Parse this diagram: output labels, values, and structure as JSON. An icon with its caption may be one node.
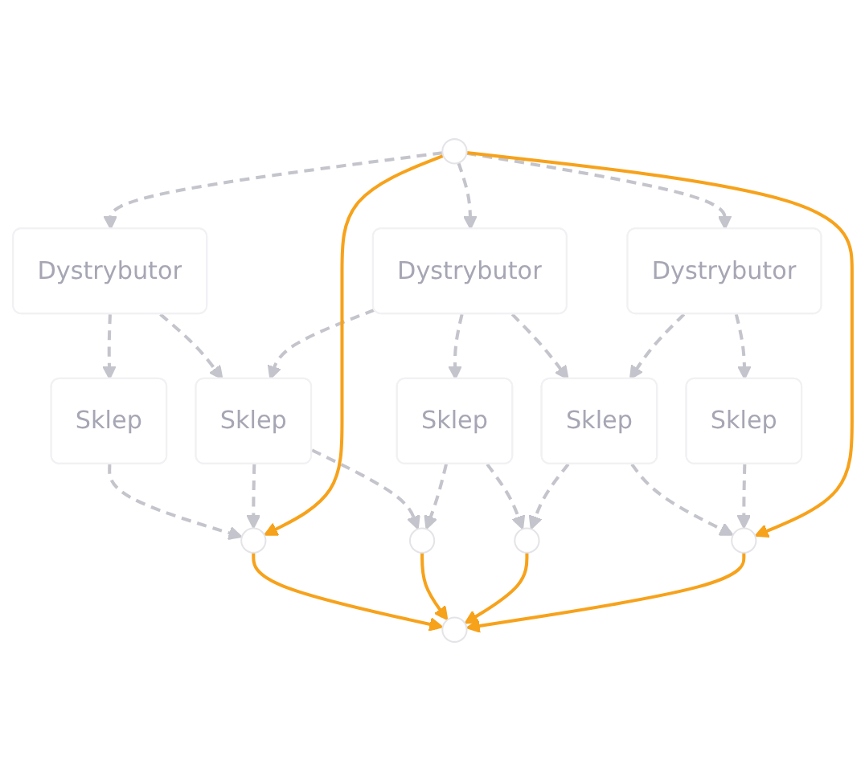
{
  "diagram": {
    "nodes": [
      {
        "text": [],
        "shape": "circle"
      },
      {
        "text": [
          "Dystrybutor"
        ]
      },
      {
        "text": [
          "Dystrybutor"
        ]
      },
      {
        "text": [
          "Dystrybutor"
        ]
      },
      {
        "text": [
          "Sklep"
        ]
      },
      {
        "text": [
          "Sklep"
        ]
      },
      {
        "text": [
          "Sklep"
        ]
      },
      {
        "text": [
          "Sklep"
        ]
      },
      {
        "text": [
          "Sklep"
        ]
      },
      {
        "text": [],
        "shape": "circle"
      },
      {
        "text": [],
        "shape": "circle"
      },
      {
        "text": [],
        "shape": "circle"
      },
      {
        "text": [],
        "shape": "circle"
      },
      {
        "text": [],
        "shape": "circle"
      }
    ],
    "edges": [
      {
        "from": 0,
        "to": 1,
        "arrow": "to",
        "style": "dashed"
      },
      {
        "from": 0,
        "to": 2,
        "arrow": "to",
        "style": "dashed"
      },
      {
        "from": 0,
        "to": 3,
        "arrow": "to",
        "style": "dashed"
      },
      {
        "from": 1,
        "to": 4,
        "arrow": "to",
        "style": "dashed"
      },
      {
        "from": 1,
        "to": 5,
        "arrow": "to",
        "style": "dashed"
      },
      {
        "from": 2,
        "to": 5,
        "arrow": "to",
        "style": "dashed"
      },
      {
        "from": 2,
        "to": 6,
        "arrow": "to",
        "style": "dashed"
      },
      {
        "from": 2,
        "to": 7,
        "arrow": "to",
        "style": "dashed"
      },
      {
        "from": 3,
        "to": 7,
        "arrow": "to",
        "style": "dashed"
      },
      {
        "from": 3,
        "to": 8,
        "arrow": "to",
        "style": "dashed"
      },
      {
        "from": 4,
        "to": 9,
        "arrow": "to",
        "style": "dashed"
      },
      {
        "from": 5,
        "to": 9,
        "arrow": "to",
        "style": "dashed"
      },
      {
        "from": 5,
        "to": 10,
        "arrow": "to",
        "style": "dashed"
      },
      {
        "from": 6,
        "to": 10,
        "arrow": "to",
        "style": "dashed"
      },
      {
        "from": 6,
        "to": 11,
        "arrow": "to",
        "style": "dashed"
      },
      {
        "from": 7,
        "to": 11,
        "arrow": "to",
        "style": "dashed"
      },
      {
        "from": 7,
        "to": 12,
        "arrow": "to",
        "style": "dashed"
      },
      {
        "from": 8,
        "to": 12,
        "arrow": "to",
        "style": "dashed"
      },
      {
        "from": 0,
        "to": 9,
        "arrow": "to",
        "color": "#f7a21b"
      },
      {
        "from": 0,
        "to": 12,
        "arrow": "to",
        "color": "#f7a21b"
      },
      {
        "from": 9,
        "to": 13,
        "arrow": "to",
        "color": "#f7a21b"
      },
      {
        "from": 10,
        "to": 13,
        "arrow": "to",
        "color": "#f7a21b"
      },
      {
        "from": 11,
        "to": 13,
        "arrow": "to",
        "color": "#f7a21b"
      },
      {
        "from": 12,
        "to": 13,
        "arrow": "to",
        "color": "#f7a21b"
      }
    ]
  }
}
